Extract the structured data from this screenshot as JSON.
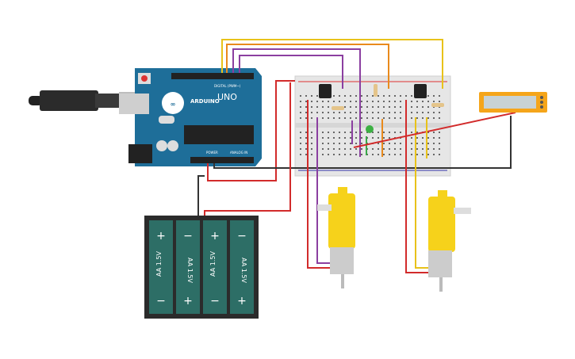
{
  "arduino": {
    "logo_text": "ARDUINO",
    "model": "UNO",
    "digital_header": "DIGITAL (PWM~)",
    "power_header": "POWER",
    "analog_header": "ANALOG IN"
  },
  "battery_pack": {
    "cells": [
      {
        "label": "AA 1.5V",
        "plus": "+",
        "minus": "−"
      },
      {
        "label": "AA 1.5V",
        "plus": "+",
        "minus": "−"
      },
      {
        "label": "AA 1.5V",
        "plus": "+",
        "minus": "−"
      },
      {
        "label": "AA 1.5V",
        "plus": "+",
        "minus": "−"
      }
    ]
  },
  "colors": {
    "board": "#1e6e99",
    "battery": "#2d6e66",
    "motor": "#f6d21b",
    "wire_red": "#d22b2b",
    "wire_black": "#333333",
    "wire_yellow": "#e8c21a",
    "wire_purple": "#8b3fa0",
    "wire_orange": "#e98a1c",
    "wire_green": "#3aa84a",
    "led": "#3cb043",
    "display": "#f5a51a"
  },
  "icons": [
    "usb-plug-icon",
    "reset-button-icon",
    "dc-jack-icon",
    "transistor-icon",
    "resistor-icon",
    "led-icon",
    "dc-motor-icon",
    "lcd-display-icon"
  ]
}
